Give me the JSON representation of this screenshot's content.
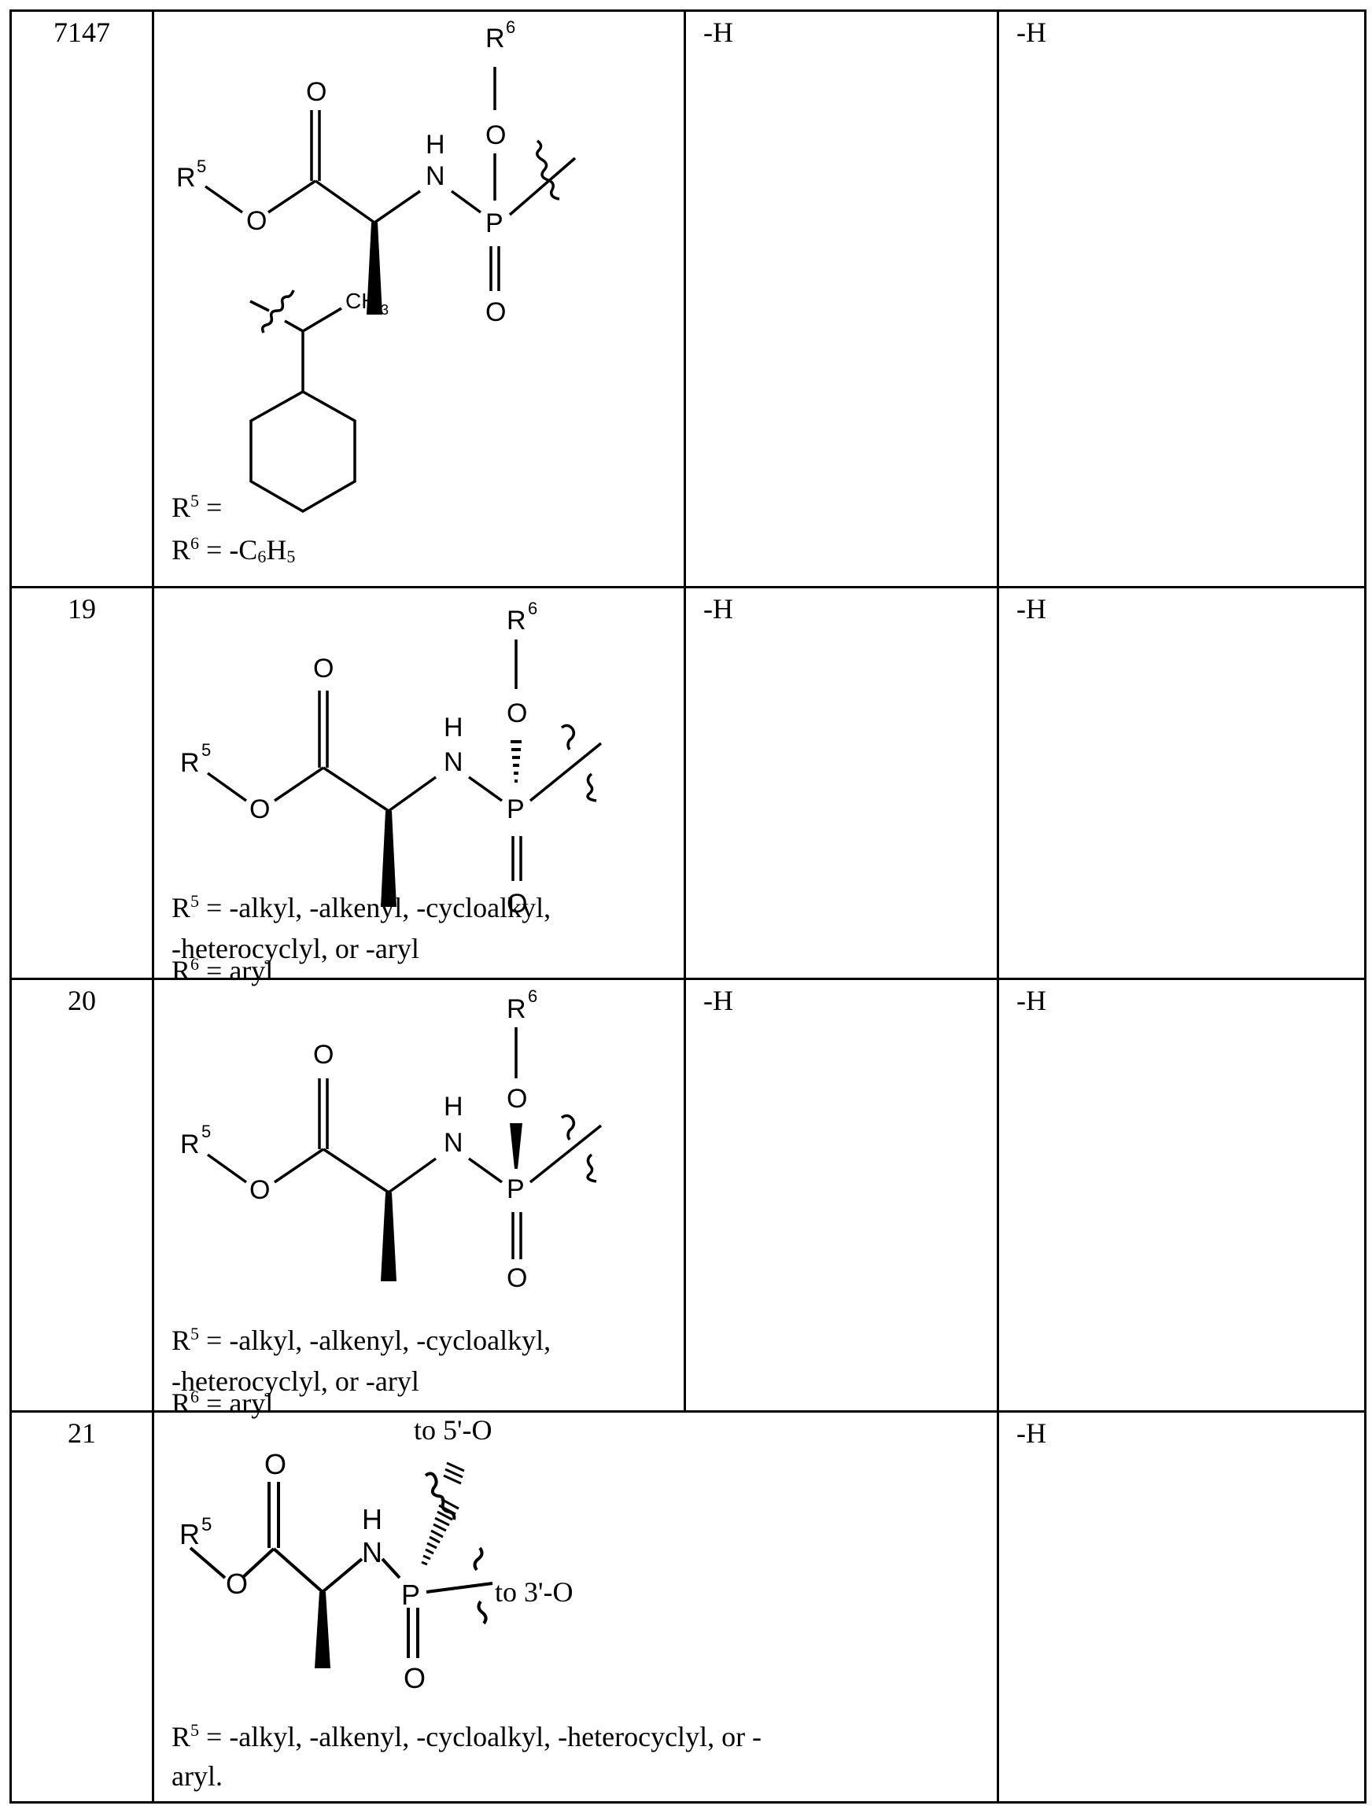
{
  "table": {
    "rows": [
      {
        "compound_no": "7147",
        "structure": {
          "labels": {
            "r5": "R",
            "r5_sup": "5",
            "r6": "R",
            "r6_sup": "6",
            "o": "O",
            "n": "N",
            "h": "H",
            "p": "P",
            "ch3": "CH",
            "ch3_sub": "3"
          },
          "p_stereo": "plain",
          "r5_drawing": "1-cyclohexylethyl"
        },
        "definitions": [
          {
            "symbol": "R",
            "sup": "5",
            "text": " ="
          },
          {
            "symbol": "R",
            "sup": "6",
            "text": " = -C",
            "sub1": "6",
            "text2": "H",
            "sub2": "5"
          }
        ],
        "col3": "-H",
        "col4": "-H"
      },
      {
        "compound_no": "19",
        "structure": {
          "labels": {
            "r5": "R",
            "r5_sup": "5",
            "r6": "R",
            "r6_sup": "6",
            "o": "O",
            "n": "N",
            "h": "H",
            "p": "P"
          },
          "p_stereo": "hashed"
        },
        "definitions": [
          {
            "symbol": "R",
            "sup": "5",
            "text": " = -alkyl, -alkenyl, -cycloalkyl,"
          },
          {
            "symbol": "",
            "sup": "",
            "text": "-heterocyclyl, or -aryl"
          },
          {
            "symbol": "R",
            "sup": "6",
            "text": " = aryl"
          }
        ],
        "col3": "-H",
        "col4": "-H"
      },
      {
        "compound_no": "20",
        "structure": {
          "labels": {
            "r5": "R",
            "r5_sup": "5",
            "r6": "R",
            "r6_sup": "6",
            "o": "O",
            "n": "N",
            "h": "H",
            "p": "P"
          },
          "p_stereo": "wedge"
        },
        "definitions": [
          {
            "symbol": "R",
            "sup": "5",
            "text": " = -alkyl, -alkenyl, -cycloalkyl,"
          },
          {
            "symbol": "",
            "sup": "",
            "text": "-heterocyclyl, or -aryl"
          },
          {
            "symbol": "R",
            "sup": "6",
            "text": " = aryl"
          }
        ],
        "col3": "-H",
        "col4": "-H"
      },
      {
        "compound_no": "21",
        "structure": {
          "labels": {
            "r5": "R",
            "r5_sup": "5",
            "o": "O",
            "n": "N",
            "h": "H",
            "p": "P",
            "to5": "to 5'-O",
            "to3": "to 3'-O"
          },
          "p_stereo": "cyclic"
        },
        "definitions": [
          {
            "symbol": "R",
            "sup": "5",
            "text": " = -alkyl, -alkenyl, -cycloalkyl, -heterocyclyl, or -"
          },
          {
            "symbol": "",
            "sup": "",
            "text": "aryl."
          }
        ],
        "col4": "-H"
      }
    ]
  }
}
